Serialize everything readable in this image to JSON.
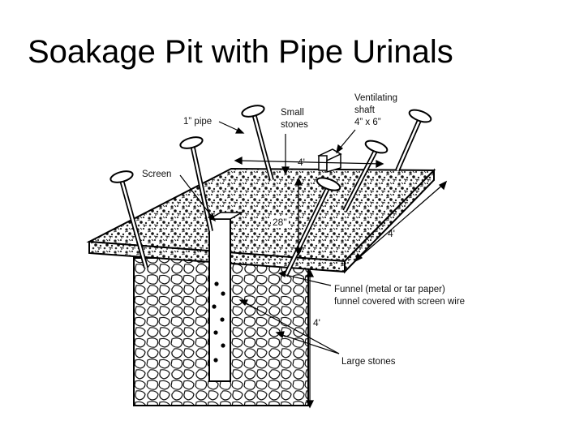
{
  "slide": {
    "title": "Soakage Pit with Pipe Urinals"
  },
  "diagram": {
    "labels": {
      "pipe": "1” pipe",
      "small_stones_1": "Small",
      "small_stones_2": "stones",
      "vent_1": "Ventilating",
      "vent_2": "shaft",
      "vent_3": "4” x 6”",
      "screen": "Screen",
      "depth_top": "28\"",
      "funnel_1": "Funnel (metal or tar paper)",
      "funnel_2": "funnel covered with screen wire",
      "large_stones": "Large stones"
    },
    "dimensions": {
      "width": "4'",
      "length": "4'",
      "depth": "4'"
    }
  }
}
